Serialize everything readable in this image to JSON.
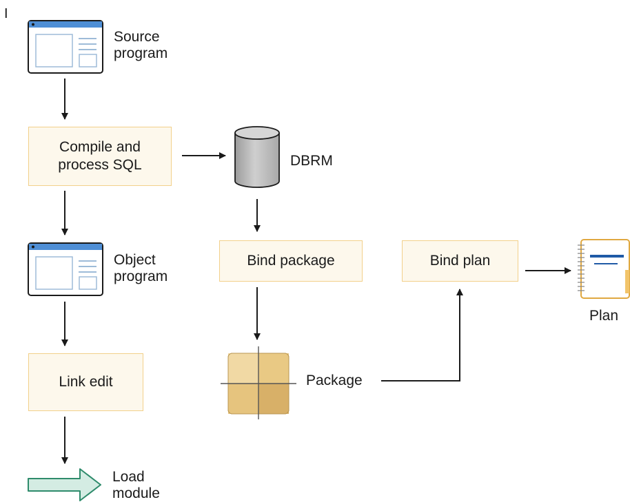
{
  "margin_marker": "I",
  "nodes": {
    "source_program": {
      "line1": "Source",
      "line2": "program",
      "icon": "program-window-icon"
    },
    "compile": {
      "line1": "Compile and",
      "line2": "process SQL"
    },
    "dbrm": {
      "label": "DBRM",
      "icon": "database-cylinder-icon"
    },
    "object_program": {
      "line1": "Object",
      "line2": "program",
      "icon": "program-window-icon"
    },
    "bind_package": {
      "label": "Bind package"
    },
    "bind_plan": {
      "label": "Bind plan"
    },
    "plan": {
      "label": "Plan",
      "icon": "notebook-icon"
    },
    "link_edit": {
      "label": "Link edit"
    },
    "package": {
      "label": "Package",
      "icon": "package-grid-icon"
    },
    "load_module": {
      "line1": "Load",
      "line2": "module",
      "icon": "outline-arrow-icon"
    }
  },
  "colors": {
    "box_fill": "#fdf8ec",
    "box_border": "#f2d08a",
    "window_frame": "#1a1a1a",
    "window_titlebar": "#4f8fd6",
    "window_pane": "#9dbbd8",
    "cylinder": "#b7b7b7",
    "package_fill": "#e6c37a",
    "load_arrow_fill": "#d4ece3",
    "load_arrow_stroke": "#2e8b6b",
    "plan_line": "#1f5aa6",
    "connector": "#1a1a1a"
  }
}
